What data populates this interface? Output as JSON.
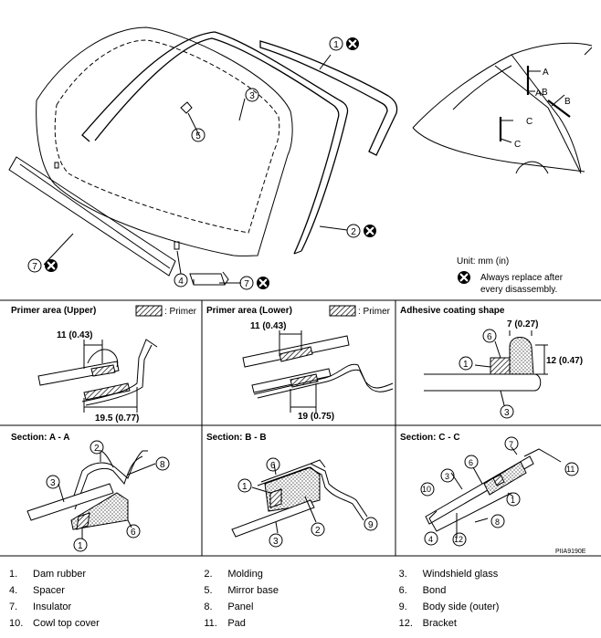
{
  "callouts": {
    "c1": "1",
    "c2": "2",
    "c3": "3",
    "c4": "4",
    "c5": "5",
    "c6": "6",
    "c7": "7",
    "c8": "8",
    "c9": "9",
    "c10": "10",
    "c11": "11",
    "c12": "12"
  },
  "view_letters": {
    "a": "A",
    "b": "B",
    "c": "C"
  },
  "unit": "Unit: mm (in)",
  "replace_note": [
    "Always replace after",
    "every disassembly."
  ],
  "panels": {
    "primer_upper": {
      "title": "Primer area (Upper)",
      "key": ": Primer",
      "dim1": "11 (0.43)",
      "dim2": "19.5 (0.77)"
    },
    "primer_lower": {
      "title": "Primer area (Lower)",
      "key": ": Primer",
      "dim1": "11 (0.43)",
      "dim2": "19 (0.75)"
    },
    "adhesive": {
      "title": "Adhesive coating shape",
      "dim1": "7 (0.27)",
      "dim2": "12 (0.47)"
    },
    "section_aa": {
      "title": "Section: A - A"
    },
    "section_bb": {
      "title": "Section: B - B"
    },
    "section_cc": {
      "title": "Section: C - C"
    }
  },
  "figure_code": "PIIA9190E",
  "parts": [
    {
      "num": "1.",
      "name": "Dam rubber"
    },
    {
      "num": "2.",
      "name": "Molding"
    },
    {
      "num": "3.",
      "name": "Windshield glass"
    },
    {
      "num": "4.",
      "name": "Spacer"
    },
    {
      "num": "5.",
      "name": "Mirror base"
    },
    {
      "num": "6.",
      "name": "Bond"
    },
    {
      "num": "7.",
      "name": "Insulator"
    },
    {
      "num": "8.",
      "name": "Panel"
    },
    {
      "num": "9.",
      "name": "Body side (outer)"
    },
    {
      "num": "10.",
      "name": "Cowl top cover"
    },
    {
      "num": "11.",
      "name": "Pad"
    },
    {
      "num": "12.",
      "name": "Bracket"
    }
  ]
}
